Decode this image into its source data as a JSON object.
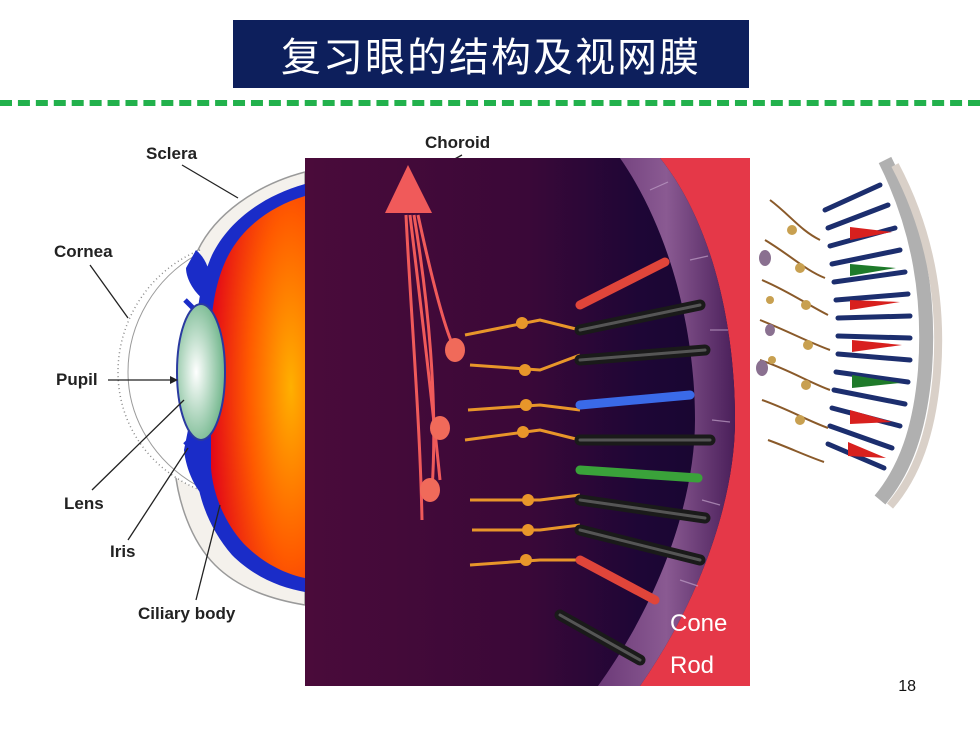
{
  "slide": {
    "title": "复习眼的结构及视网膜",
    "page_number": "18"
  },
  "eye_diagram": {
    "labels": {
      "sclera": "Sclera",
      "choroid": "Choroid",
      "cornea": "Cornea",
      "pupil": "Pupil",
      "lens": "Lens",
      "iris": "Iris",
      "ciliary_body": "Ciliary body"
    }
  },
  "retina_diagram": {
    "labels": {
      "cone": "Cone",
      "rod": "Rod"
    }
  },
  "colors": {
    "title_bg": "#0d1f5c",
    "divider": "#22b14c",
    "retina_bg": "#4a0b3a"
  }
}
